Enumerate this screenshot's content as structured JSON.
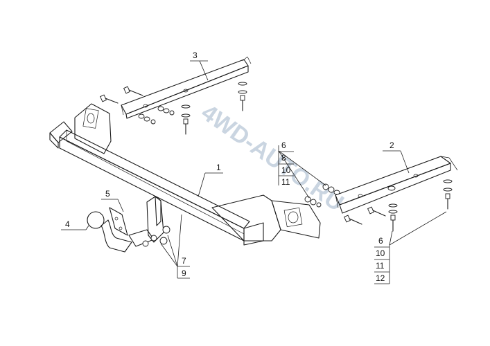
{
  "watermark": "4WD-AUTO.RU",
  "callouts": {
    "c1": "1",
    "c2": "2",
    "c3": "3",
    "c4": "4",
    "c5": "5",
    "left_stack": [
      "6",
      "8",
      "10",
      "11"
    ],
    "right_stack": [
      "6",
      "10",
      "11",
      "12"
    ],
    "bottom_stack": [
      "7",
      "9"
    ]
  },
  "colors": {
    "line": "#1a1a1a",
    "watermark": "#9fb3c9",
    "background": "#ffffff"
  }
}
